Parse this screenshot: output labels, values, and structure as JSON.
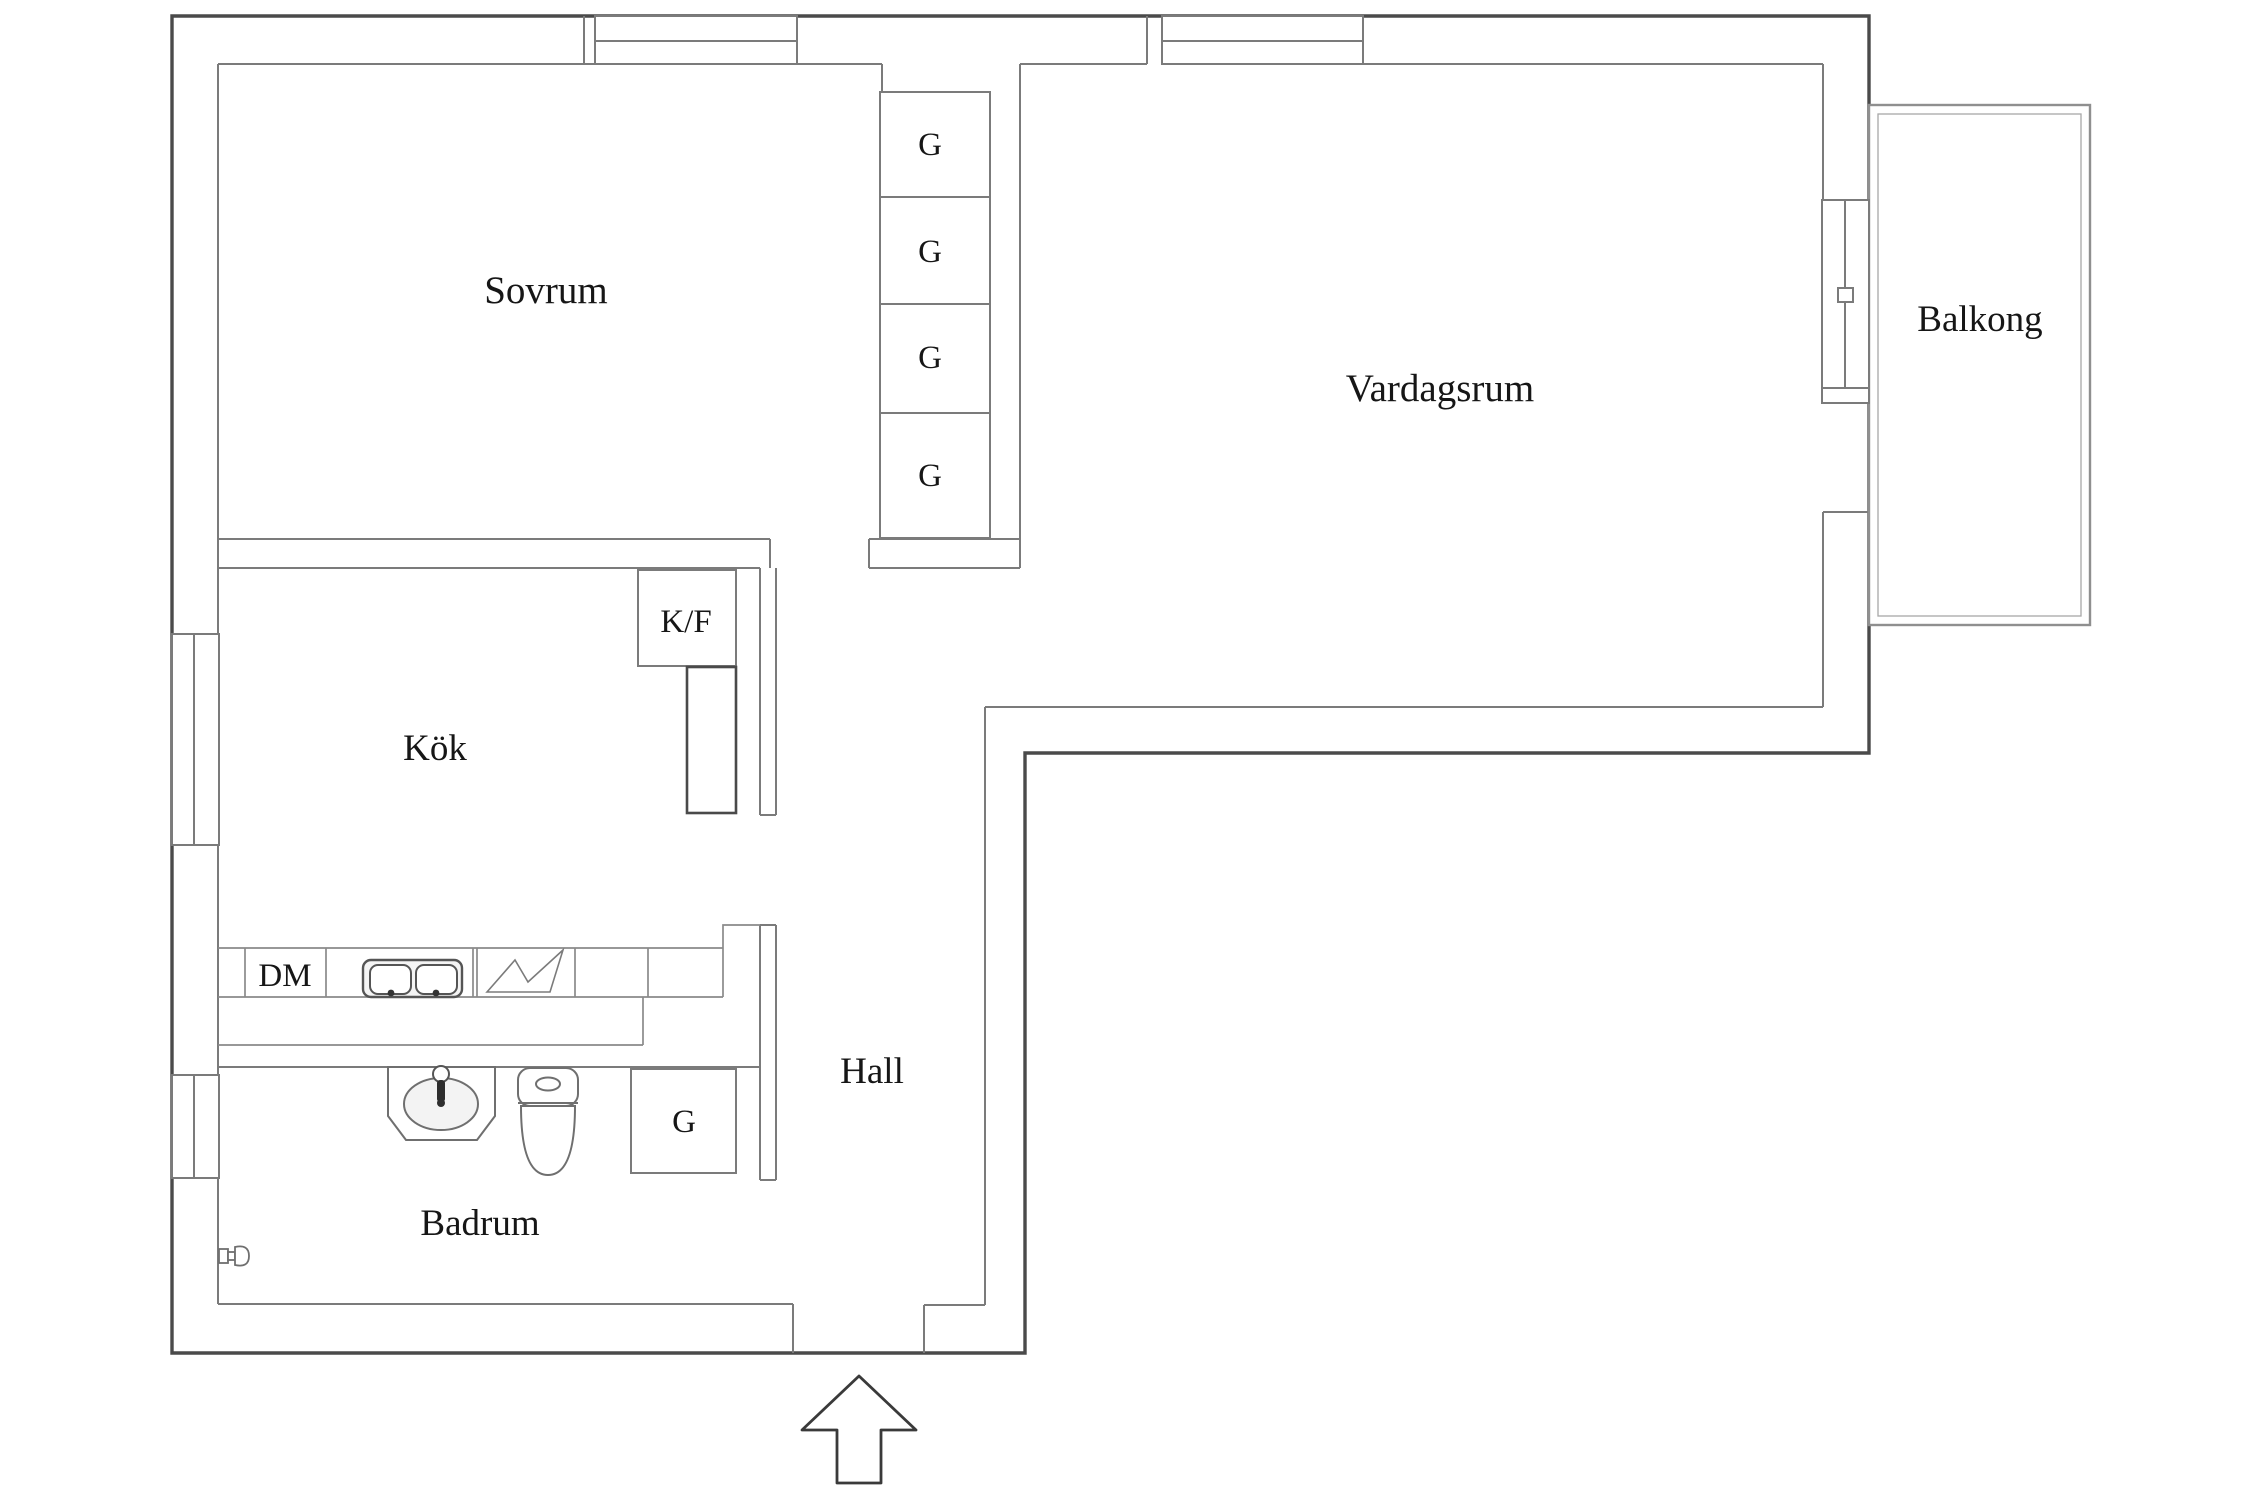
{
  "plan": {
    "type": "floor-plan",
    "rooms": {
      "sovrum": {
        "label": "Sovrum"
      },
      "vardagsrum": {
        "label": "Vardagsrum"
      },
      "balkong": {
        "label": "Balkong"
      },
      "kok": {
        "label": "Kök"
      },
      "hall": {
        "label": "Hall"
      },
      "badrum": {
        "label": "Badrum"
      }
    },
    "fixtures": {
      "kf": {
        "label": "K/F"
      },
      "dm": {
        "label": "DM"
      }
    },
    "closets": {
      "column": [
        "G",
        "G",
        "G",
        "G"
      ],
      "bathroom": "G"
    },
    "icons": [
      "entry-arrow",
      "double-sink",
      "stove",
      "washbasin",
      "toilet",
      "balcony-door",
      "window"
    ],
    "colors": {
      "outer_wall": "#4a4a4a",
      "inner_wall": "#7b7b7b",
      "fixture_line": "#8a8a8a",
      "text": "#161616",
      "background": "#ffffff"
    }
  }
}
